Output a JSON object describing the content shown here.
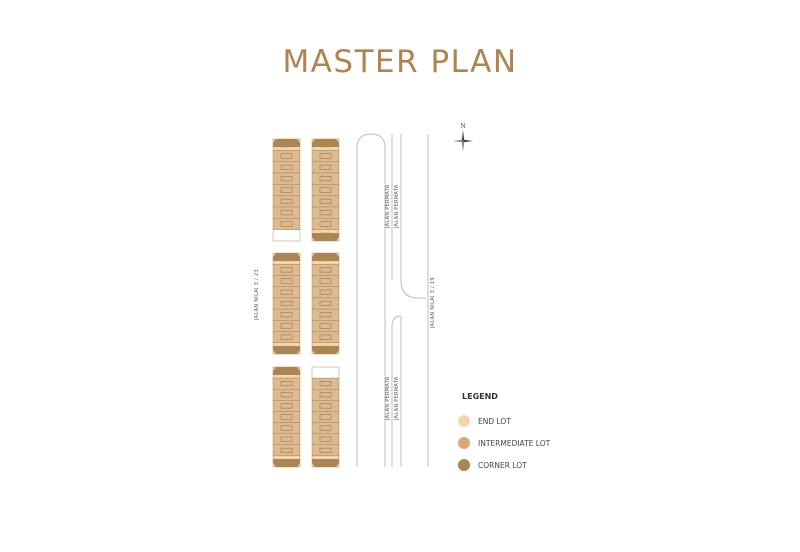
{
  "title": "MASTER PLAN",
  "compass": {
    "label": "N"
  },
  "roads": {
    "jalan_permata_upper_1": "JALAN PERMATA",
    "jalan_permata_upper_2": "JALAN PERMATA",
    "jalan_permata_lower_1": "JALAN PERMATA",
    "jalan_permata_lower_2": "JALAN PERMATA",
    "jalan_nilai_west": "JALAN NILAI 3 / 23",
    "jalan_nilai_east": "JALAN NILAI 3 / 19"
  },
  "legend": {
    "title": "LEGEND",
    "items": [
      {
        "label": "END LOT",
        "color": "#f2d6b0"
      },
      {
        "label": "INTERMEDIATE LOT",
        "color": "#d7a978"
      },
      {
        "label": "CORNER LOT",
        "color": "#ad8550"
      }
    ]
  },
  "colors": {
    "title": "#b1834e",
    "lot": "#deba8f",
    "lot_end": "#f2d6b0",
    "lot_corner": "#ad8550",
    "road_line": "#bdbdbd"
  }
}
